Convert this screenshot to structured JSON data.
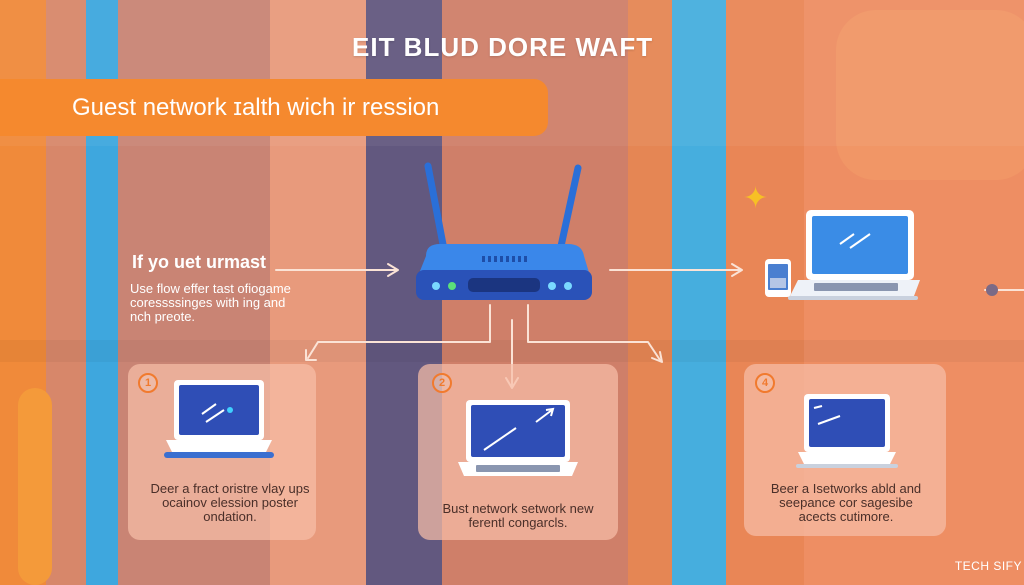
{
  "title": "EIT BLUD DORE WAFT",
  "subtitle": "Guest network ɪalth wich ir ression",
  "intro": {
    "heading": "If yo uet urmast",
    "body": "Use flow effer tast ofiogame coressssinges with ing and nch preote."
  },
  "cards": [
    {
      "badge": "1",
      "text": "Deer a fract oristre vlay ups ocainov elession poster ondation."
    },
    {
      "badge": "2",
      "text": "Bust network setwork new ferentl congarcls."
    },
    {
      "badge": "4",
      "text": "Beer a Isetworks abld and seepance cor sagesibe acects cutimore."
    }
  ],
  "watermark": "TECH SIFY",
  "colors": {
    "background": "#d98a67",
    "orange_bar": "#f5892e",
    "blue_stripe": "#3ea7de",
    "purple_stripe": "#62587f",
    "router_blue": "#2a6fd8",
    "card_bg": "#f6bea8",
    "accent": "#f17a2e",
    "sparkle": "#f7c025"
  },
  "icons": [
    "router-icon",
    "laptop-icon",
    "phone-icon",
    "sparkle-icon",
    "arrow-icon"
  ]
}
